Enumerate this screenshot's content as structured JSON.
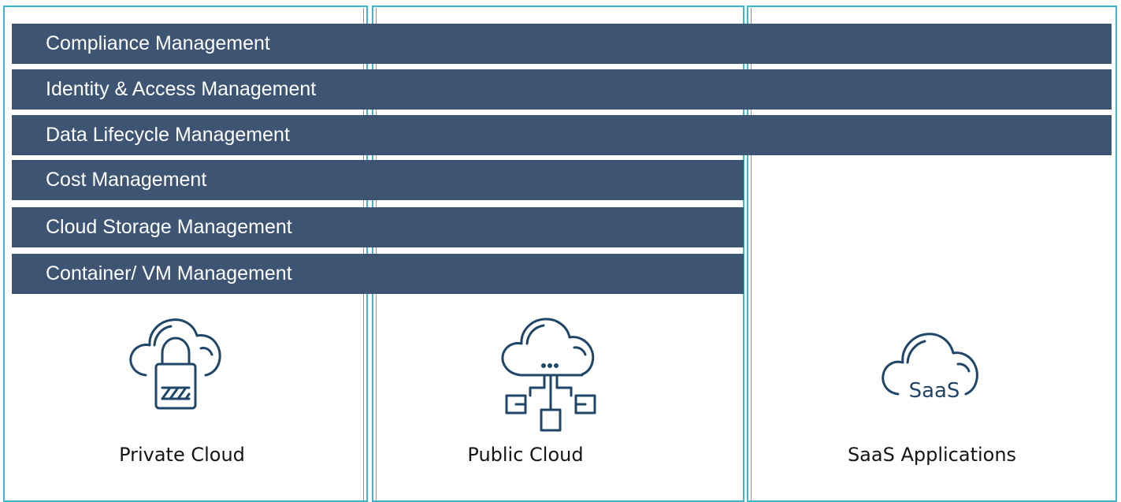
{
  "layers": [
    {
      "label": "Compliance Management",
      "span": "all"
    },
    {
      "label": "Identity & Access Management",
      "span": "all"
    },
    {
      "label": "Data Lifecycle Management",
      "span": "all"
    },
    {
      "label": "Cost Management",
      "span": "private-public"
    },
    {
      "label": "Cloud Storage Management",
      "span": "private-public"
    },
    {
      "label": "Container/ VM Management",
      "span": "private-public"
    }
  ],
  "columns": [
    {
      "label": "Private Cloud",
      "icon": "cloud-lock-icon"
    },
    {
      "label": "Public Cloud",
      "icon": "cloud-network-icon"
    },
    {
      "label": "SaaS Applications",
      "icon": "cloud-saas-icon",
      "icon_text": "SaaS"
    }
  ],
  "colors": {
    "band": "#3d5573",
    "column_border": "#3fb5d0",
    "icon_stroke": "#1f4668"
  }
}
